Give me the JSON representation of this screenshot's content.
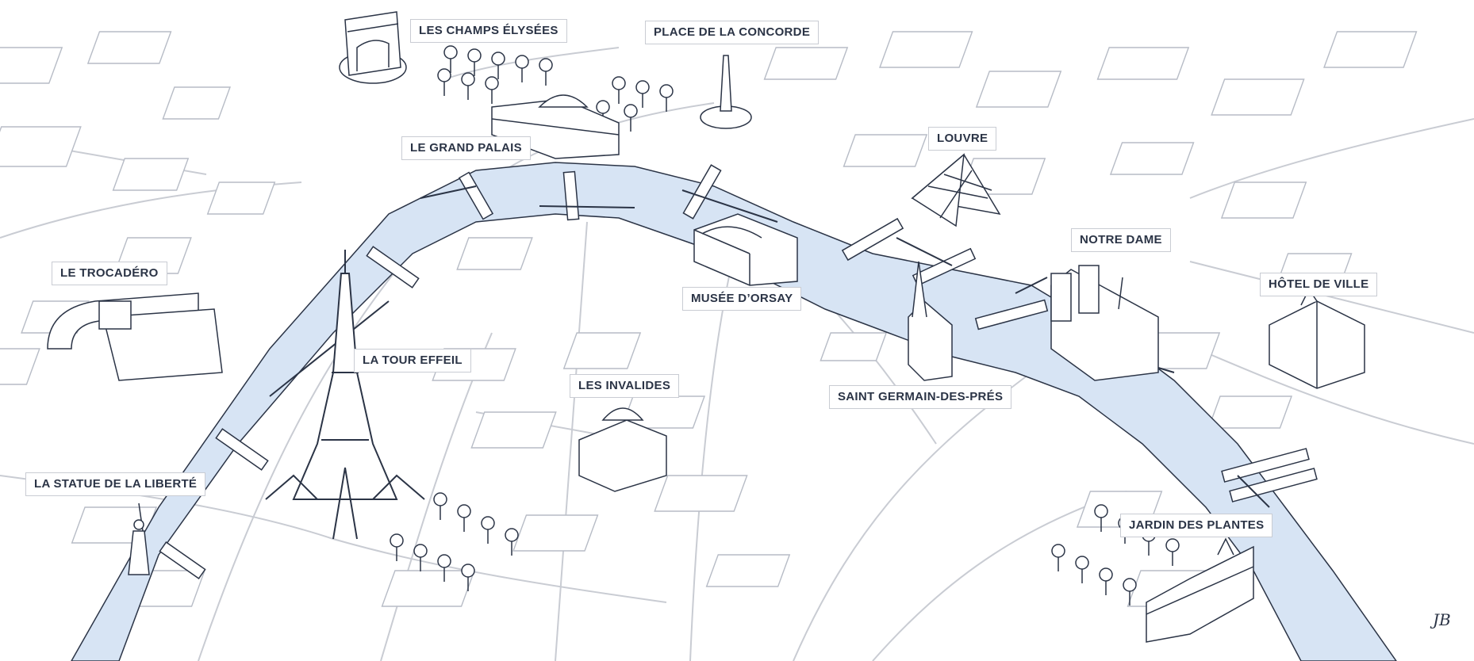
{
  "map": {
    "colors": {
      "background": "#ffffff",
      "river": "#d7e4f4",
      "outline": "#2b3446",
      "street": "#c9ccd3",
      "label_border": "#c9ccd3",
      "label_text": "#2b3446"
    },
    "landmarks": {
      "champs_elysees": "LES CHAMPS ÉLYSÉES",
      "place_concorde": "PLACE DE LA CONCORDE",
      "grand_palais": "LE GRAND PALAIS",
      "louvre": "LOUVRE",
      "notre_dame": "NOTRE DAME",
      "trocadero": "LE TROCADÉRO",
      "hotel_de_ville": "HÔTEL DE VILLE",
      "musee_orsay": "MUSÉE D’ORSAY",
      "tour_eiffel": "LA TOUR EFFEIL",
      "invalides": "LES INVALIDES",
      "saint_germain": "SAINT GERMAIN-DES-PRÉS",
      "statue_liberte": "LA STATUE DE LA LIBERTÉ",
      "jardin_plantes": "JARDIN DES PLANTES"
    },
    "signature": "JB"
  }
}
